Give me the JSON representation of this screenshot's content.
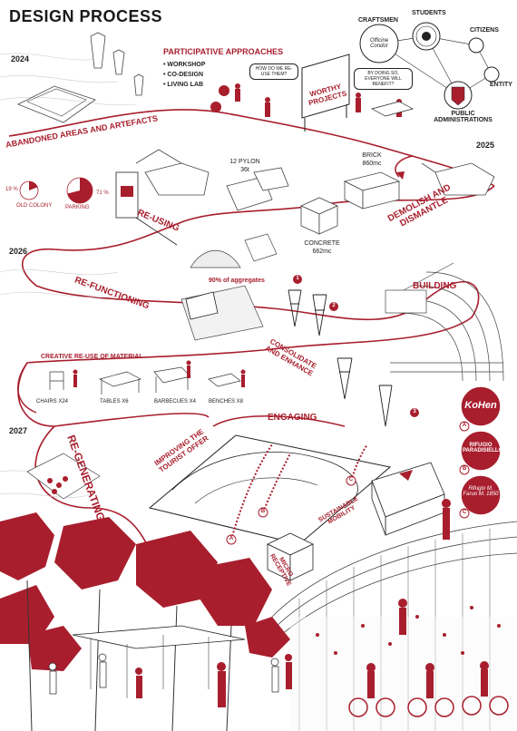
{
  "title": "DESIGN PROCESS",
  "years": {
    "y2024": "2024",
    "y2025": "2025",
    "y2026": "2026",
    "y2027": "2027"
  },
  "participative": {
    "heading": "PARTICIPATIVE APPROACHES",
    "items": [
      "WORKSHOP",
      "CO-DESIGN",
      "LIVING LAB"
    ],
    "bubble_1": "HOW DO WE RE-USE THEM?",
    "bubble_2": "BY DOING SO, EVERYONE WILL BENEFIT?",
    "billboard": "WORTHY PROJECTS"
  },
  "stakeholders": {
    "craftsmen": "CRAFTSMEN",
    "craftsmen_logo": "Officine Condor",
    "students": "STUDENTS",
    "citizens": "CITIZENS",
    "entity": "ENTITY",
    "public": "PUBLIC ADMINISTRATIONS"
  },
  "phases": {
    "abandoned": "ABANDONED AREAS AND ARTEFACTS",
    "reusing": "RE-USING",
    "demolish": "DEMOLISH AND DISMANTLE",
    "refunctioning": "RE-FUNCTIONING",
    "building": "BUILDING",
    "consolidate": "CONSOLIDATE AND ENHANCE",
    "regenerating": "RE-GENERATING",
    "engaging": "ENGAGING",
    "improving": "IMPROVING THE TOURIST OFFER",
    "mobility": "SUSTAINABLE MOBILITY",
    "micro": "MICRO RECEPTIVE"
  },
  "materials": {
    "pylon_count": "12 PYLON",
    "pylon_weight": "36t",
    "brick": "BRICK",
    "brick_volume": "860mc",
    "concrete": "CONCRETE",
    "concrete_volume": "662mc",
    "aggregates": "90% of aggregates"
  },
  "pies": {
    "old_colony_pct": "19 %",
    "old_colony_label": "OLD COLONY",
    "old_colony_value": 0.19,
    "parking_pct": "71 %",
    "parking_label": "PARKING",
    "parking_value": 0.71
  },
  "creative": {
    "heading": "CREATIVE RE-USE OF MATERIAL",
    "items": [
      "CHAIRS X24",
      "TABLES X6",
      "BARBECUES X4",
      "BENCHES X8"
    ]
  },
  "markers": {
    "m1": "1",
    "m2": "2",
    "m3": "3",
    "a": "A",
    "b": "B",
    "c": "C"
  },
  "badges": {
    "a": "KoHen",
    "b": "RIFUGIO PARADISIELLO",
    "c": "Rifugio M. Faruo M. 1850"
  },
  "colors": {
    "accent": "#a81e2d",
    "ink": "#222222"
  }
}
